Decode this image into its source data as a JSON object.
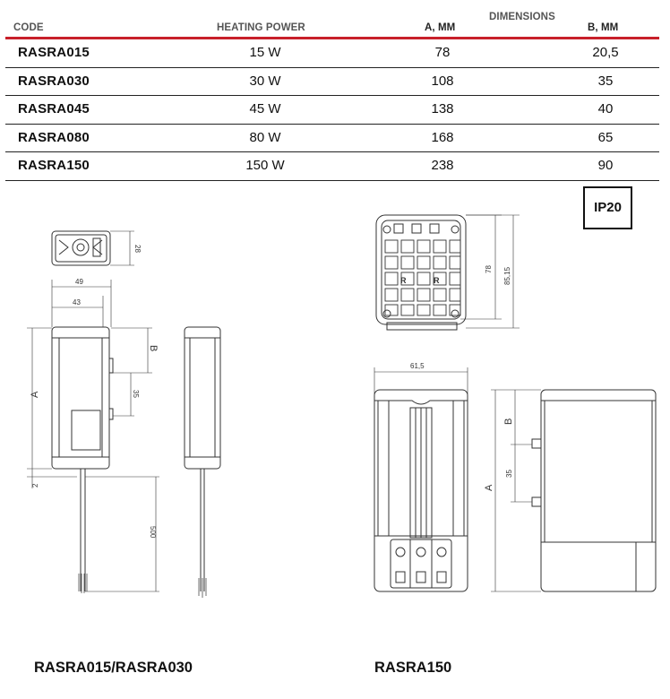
{
  "table": {
    "headers": {
      "code": "CODE",
      "heating_power": "HEATING POWER",
      "dimensions": "DIMENSIONS",
      "a_mm": "A, MM",
      "b_mm": "B, MM"
    },
    "rows": [
      {
        "code": "RASRA015",
        "power": "15 W",
        "a": "78",
        "b": "20,5"
      },
      {
        "code": "RASRA030",
        "power": "30 W",
        "a": "108",
        "b": "35"
      },
      {
        "code": "RASRA045",
        "power": "45 W",
        "a": "138",
        "b": "40"
      },
      {
        "code": "RASRA080",
        "power": "80 W",
        "a": "168",
        "b": "65"
      },
      {
        "code": "RASRA150",
        "power": "150 W",
        "a": "238",
        "b": "90"
      }
    ]
  },
  "protection_rating": "IP20",
  "drawings": {
    "left": {
      "caption": "RASRA015/RASRA030",
      "labels": {
        "depth": "28",
        "width_total": "49",
        "width_body": "43",
        "a": "A",
        "b": "B",
        "spacing": "35",
        "offset": "2",
        "cable": "500"
      }
    },
    "right": {
      "caption": "RASRA150",
      "labels": {
        "height_inner": "78",
        "height_total": "85,15",
        "width": "61,5",
        "a": "A",
        "b": "B",
        "spacing": "35",
        "r1": "R",
        "r2": "R"
      }
    }
  },
  "colors": {
    "accent": "#c8202a",
    "line": "#222222",
    "drawing": "#333333"
  }
}
